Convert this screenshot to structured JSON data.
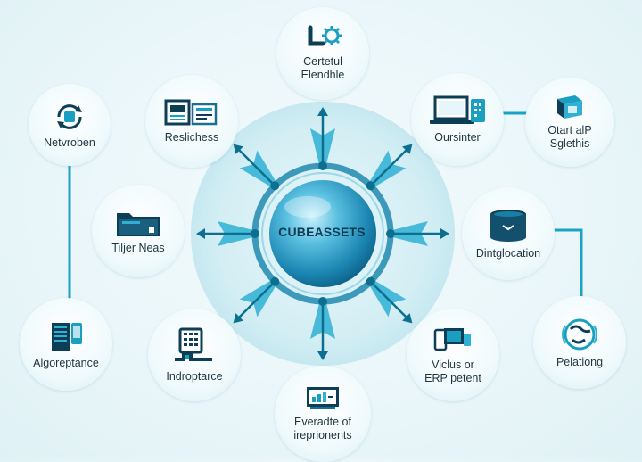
{
  "hub": {
    "label": "CUBEASSETS"
  },
  "nodes": [
    {
      "id": "top",
      "label": "Certetul\nElendhle",
      "icon": "lock-gear-icon"
    },
    {
      "id": "upper-left-inner",
      "label": "Reslichess",
      "icon": "monitor-panels-icon"
    },
    {
      "id": "upper-right-inner",
      "label": "Oursinter",
      "icon": "laptop-icon"
    },
    {
      "id": "far-left-top",
      "label": "Netvroben",
      "icon": "refresh-badge-icon"
    },
    {
      "id": "far-right-top",
      "label": "Otart alP\nSglethis",
      "icon": "device-3d-icon"
    },
    {
      "id": "mid-left",
      "label": "Tiljer Neas",
      "icon": "folder-icon"
    },
    {
      "id": "mid-right",
      "label": "Dintglocation",
      "icon": "database-icon"
    },
    {
      "id": "far-left-bottom",
      "label": "Algoreptance",
      "icon": "server-icon"
    },
    {
      "id": "far-right-bottom",
      "label": "Pelationg",
      "icon": "globe-icon"
    },
    {
      "id": "lower-left",
      "label": "Indroptarce",
      "icon": "calculator-icon"
    },
    {
      "id": "lower-right",
      "label": "Viclus or\nERP petent",
      "icon": "devices-icon"
    },
    {
      "id": "bottom",
      "label": "Everadte of\nireprionents",
      "icon": "dashboard-icon"
    }
  ],
  "colors": {
    "accent": "#1a9fc0",
    "dark_accent": "#0d6f8f",
    "ring": "#2b8fb3",
    "halo": "#d3eef4",
    "text": "#1f3440"
  }
}
